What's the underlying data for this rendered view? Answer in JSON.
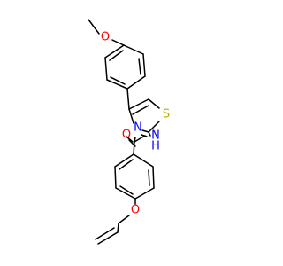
{
  "molecule": {
    "atoms": {
      "o_methoxy": {
        "text": "O",
        "color": "#ff0000"
      },
      "n_thiazole": {
        "text": "N",
        "color": "#0000ff"
      },
      "s_thiazole": {
        "text": "S",
        "color": "#b2b200"
      },
      "o_carbonyl": {
        "text": "O",
        "color": "#ff0000"
      },
      "nh_amide": {
        "text": "N",
        "color": "#0000ff"
      },
      "h_amide": {
        "text": "H",
        "color": "#0000ff"
      },
      "o_ether": {
        "text": "O",
        "color": "#ff0000"
      }
    },
    "bond_color": "#000000"
  }
}
